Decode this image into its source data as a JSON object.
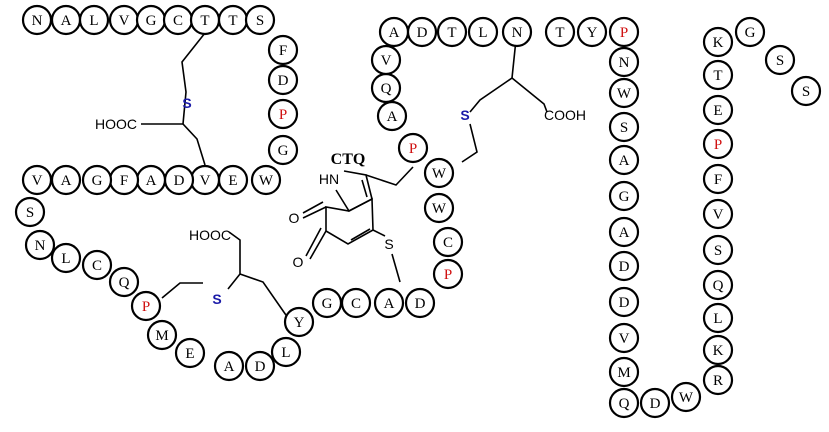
{
  "colors": {
    "default_residue": "#000000",
    "proline": "#d01010",
    "sulfur": "#1a1aa8"
  },
  "labels": {
    "cofactor": "CTQ",
    "thioether_sulfur": "S",
    "cofactor_sulfur": "S",
    "carboxyl_left": "HOOC",
    "carboxyl_right": "COOH",
    "imine": "HN",
    "oxo": "O"
  },
  "residues": [
    "N",
    "A",
    "L",
    "V",
    "G",
    "C",
    "T",
    "T",
    "S",
    "F",
    "D",
    "P",
    "G",
    "W",
    "E",
    "V",
    "D",
    "A",
    "F",
    "G",
    "A",
    "V",
    "S",
    "N",
    "L",
    "C",
    "Q",
    "P",
    "M",
    "E",
    "A",
    "D",
    "L",
    "Y",
    "G",
    "C",
    "A",
    "D",
    "P",
    "C",
    "W",
    "W",
    "P",
    "A",
    "Q",
    "V",
    "A",
    "D",
    "T",
    "L",
    "N",
    "T",
    "Y",
    "P",
    "N",
    "W",
    "S",
    "A",
    "G",
    "A",
    "D",
    "D",
    "V",
    "M",
    "Q",
    "D",
    "W",
    "R",
    "K",
    "L",
    "Q",
    "S",
    "V",
    "F",
    "P",
    "E",
    "T",
    "K",
    "G",
    "S",
    "S"
  ]
}
